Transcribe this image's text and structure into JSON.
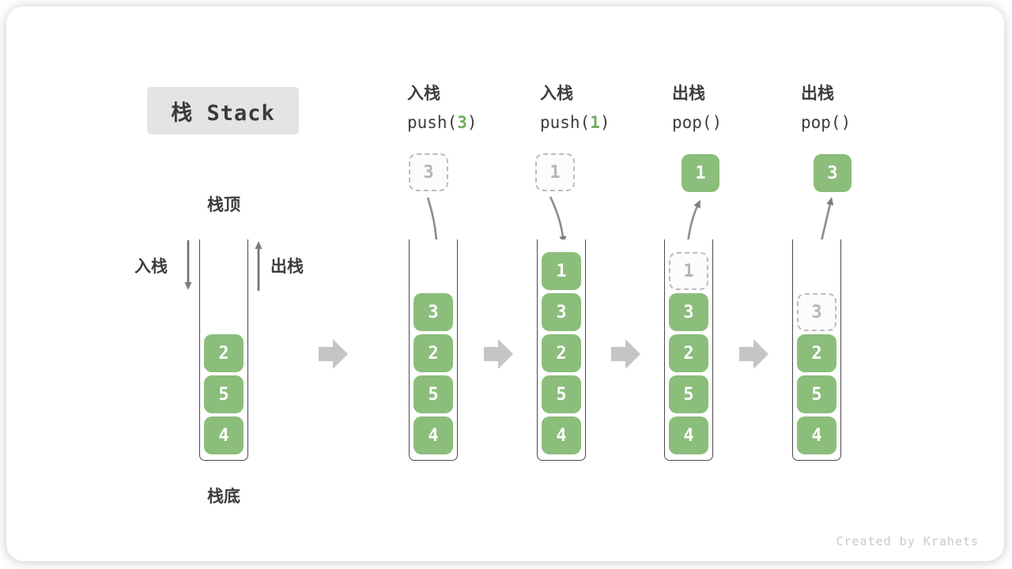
{
  "title": "栈 Stack",
  "annotations": {
    "stack_top": "栈顶",
    "stack_bottom": "栈底",
    "push_side": "入栈",
    "pop_side": "出栈"
  },
  "operations": [
    {
      "label": "入栈",
      "code_before": "push(",
      "code_value": "3",
      "code_after": ")"
    },
    {
      "label": "入栈",
      "code_before": "push(",
      "code_value": "1",
      "code_after": ")"
    },
    {
      "label": "出栈",
      "code_before": "pop(",
      "code_value": "",
      "code_after": ")"
    },
    {
      "label": "出栈",
      "code_before": "pop(",
      "code_value": "",
      "code_after": ")"
    }
  ],
  "floating_values": [
    {
      "value": "3",
      "style": "ghost"
    },
    {
      "value": "1",
      "style": "ghost"
    },
    {
      "value": "1",
      "style": "solid"
    },
    {
      "value": "3",
      "style": "solid"
    }
  ],
  "stacks": [
    {
      "name": "initial",
      "cells": [
        {
          "value": "2"
        },
        {
          "value": "5"
        },
        {
          "value": "4"
        }
      ]
    },
    {
      "name": "after-push-3",
      "cells": [
        {
          "value": "3"
        },
        {
          "value": "2"
        },
        {
          "value": "5"
        },
        {
          "value": "4"
        }
      ]
    },
    {
      "name": "after-push-1",
      "cells": [
        {
          "value": "1"
        },
        {
          "value": "3"
        },
        {
          "value": "2"
        },
        {
          "value": "5"
        },
        {
          "value": "4"
        }
      ]
    },
    {
      "name": "after-pop-1",
      "cells": [
        {
          "value": "1",
          "ghost": true
        },
        {
          "value": "3"
        },
        {
          "value": "2"
        },
        {
          "value": "5"
        },
        {
          "value": "4"
        }
      ]
    },
    {
      "name": "after-pop-3",
      "cells": [
        {
          "value": "3",
          "ghost": true
        },
        {
          "value": "2"
        },
        {
          "value": "5"
        },
        {
          "value": "4"
        }
      ]
    }
  ],
  "watermark": "Created by Krahets",
  "colors": {
    "element_green": "#8bbd7b",
    "code_green": "#70ad60",
    "thin_arrow_gray": "#7d7d7d",
    "block_arrow_gray": "#c5c5c5",
    "ghost_gray": "#b5b5b5",
    "text_dark": "#3d3d3d",
    "title_bg": "#e4e4e4",
    "watermark_gray": "#c9c9c9"
  }
}
